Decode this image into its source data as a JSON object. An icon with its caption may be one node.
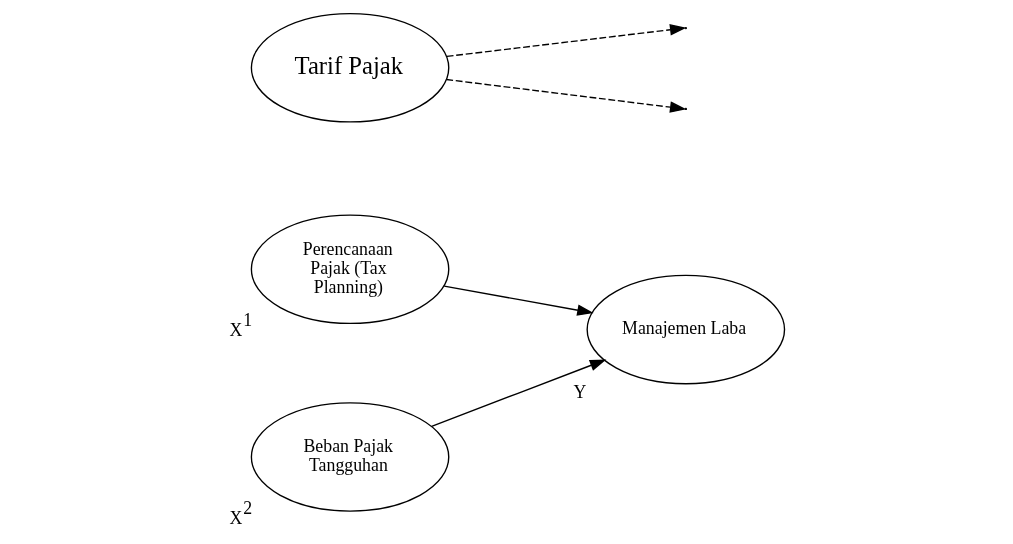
{
  "diagram": {
    "nodes": [
      {
        "text": [
          "Perencanaan Pajak (Tax Planning)"
        ],
        "beside": [
          "X$^{1}$"
        ]
      },
      {
        "text": [
          "Beban Pajak Tangguhan"
        ],
        "beside": [
          "X$^{2}$"
        ]
      },
      {
        "text": [
          "Manajemen Laba"
        ],
        "beside": [
          "Y"
        ]
      },
      {
        "text": [
          "Tarif Pajak"
        ]
      }
    ],
    "edges": [
      {
        "from": 0,
        "to": 2,
        "arrow": "to"
      },
      {
        "from": 1,
        "to": 2,
        "arrow": "to"
      },
      {
        "from": 3,
        "to": null,
        "arrow": "to",
        "style": "dashed"
      },
      {
        "from": 3,
        "to": null,
        "arrow": "to",
        "style": "dashed"
      }
    ]
  }
}
